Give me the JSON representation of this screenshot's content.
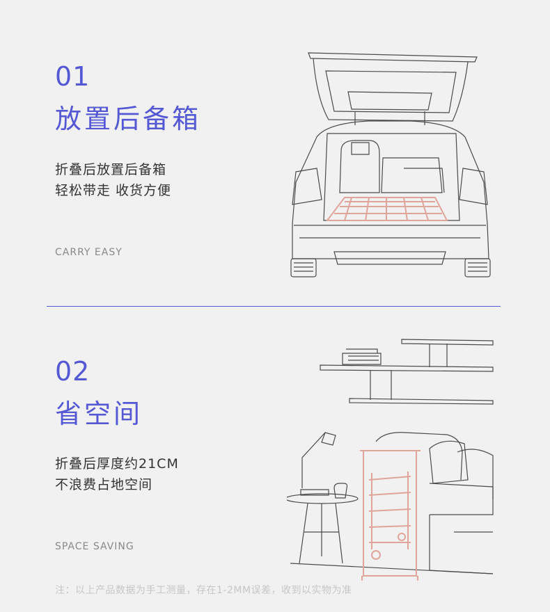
{
  "section1": {
    "number": "01",
    "title": "放置后备箱",
    "lines": [
      "折叠后放置后备箱",
      "轻松带走 收货方便"
    ],
    "english": "CARRY EASY"
  },
  "section2": {
    "number": "02",
    "title": "省空间",
    "lines": [
      "折叠后厚度约21CM",
      "不浪费占地空间"
    ],
    "english": "SPACE SAVING"
  },
  "note": "注：以上产品数据为手工测量，存在1-2MM误差，收到以实物为准",
  "colors": {
    "accent": "#5558d4",
    "rack": "#e0a59a",
    "line": "#555555"
  }
}
